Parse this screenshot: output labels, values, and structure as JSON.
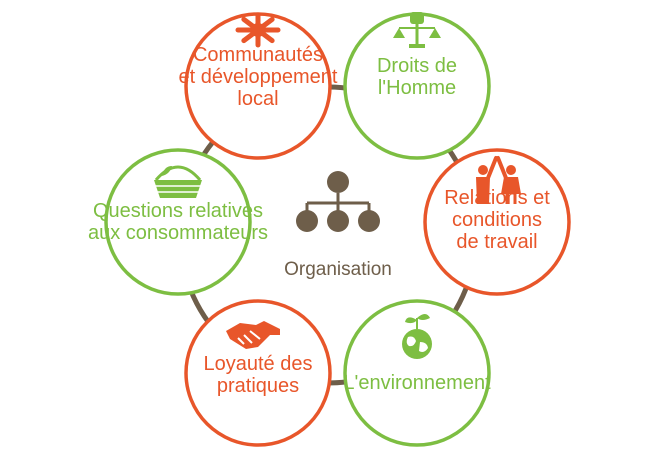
{
  "colors": {
    "orange": "#E8562A",
    "green": "#7DBE42",
    "brown": "#6E5E4A",
    "ring": "#6E5E4A"
  },
  "center": {
    "label": "Organisation",
    "icon": "org-chart-icon"
  },
  "themes": [
    {
      "id": "communautes",
      "lines": [
        "Communautés",
        "et développement",
        "local"
      ],
      "color": "orange",
      "icon": "hands-together-icon"
    },
    {
      "id": "droits",
      "lines": [
        "Droits de",
        "l'Homme"
      ],
      "color": "green",
      "icon": "justice-scale-fist-icon"
    },
    {
      "id": "relations",
      "lines": [
        "Relations et",
        "conditions",
        "de travail"
      ],
      "color": "orange",
      "icon": "workers-high-five-icon"
    },
    {
      "id": "environnement",
      "lines": [
        "L'environnement"
      ],
      "color": "green",
      "icon": "globe-plant-icon"
    },
    {
      "id": "loyaute",
      "lines": [
        "Loyauté des",
        "pratiques"
      ],
      "color": "orange",
      "icon": "handshake-icon"
    },
    {
      "id": "consommateurs",
      "lines": [
        "Questions relatives",
        "aux consommateurs"
      ],
      "color": "green",
      "icon": "basket-icon"
    }
  ]
}
